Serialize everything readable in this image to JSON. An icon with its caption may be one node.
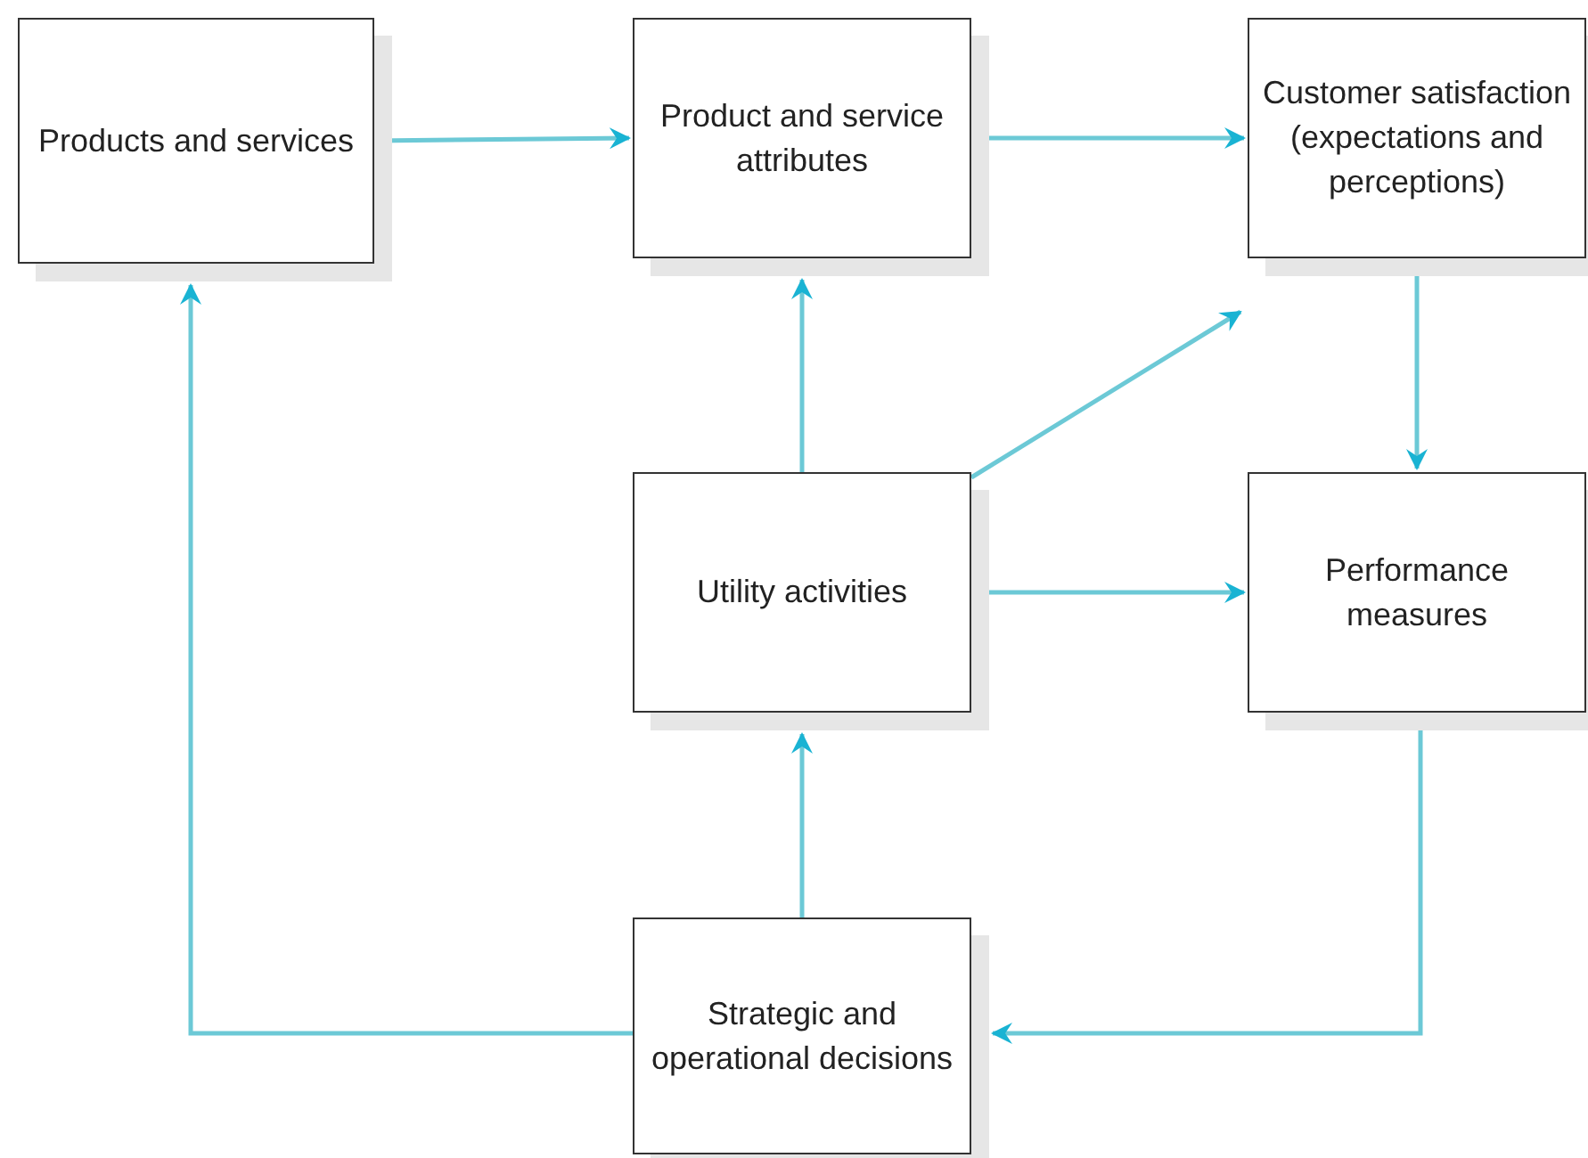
{
  "diagram": {
    "nodes": [
      {
        "text": [
          "Products and services"
        ]
      },
      {
        "text": [
          "Product and service attributes"
        ]
      },
      {
        "text": [
          "Customer satisfaction (expectations and perceptions)"
        ]
      },
      {
        "text": [
          "Utility activities"
        ]
      },
      {
        "text": [
          "Performance measures"
        ]
      },
      {
        "text": [
          "Strategic and operational decisions"
        ]
      }
    ],
    "edges": [
      {
        "from": 0,
        "to": 1,
        "arrow": "to"
      },
      {
        "from": 1,
        "to": 2,
        "arrow": "to"
      },
      {
        "from": 2,
        "to": 4,
        "arrow": "to"
      },
      {
        "from": 3,
        "to": 1,
        "arrow": "to"
      },
      {
        "from": 3,
        "to": 2,
        "arrow": "to"
      },
      {
        "from": 3,
        "to": 4,
        "arrow": "to"
      },
      {
        "from": 5,
        "to": 3,
        "arrow": "to"
      },
      {
        "from": 5,
        "to": 0,
        "arrow": "to"
      },
      {
        "from": 4,
        "to": 5,
        "arrow": "to"
      }
    ]
  }
}
